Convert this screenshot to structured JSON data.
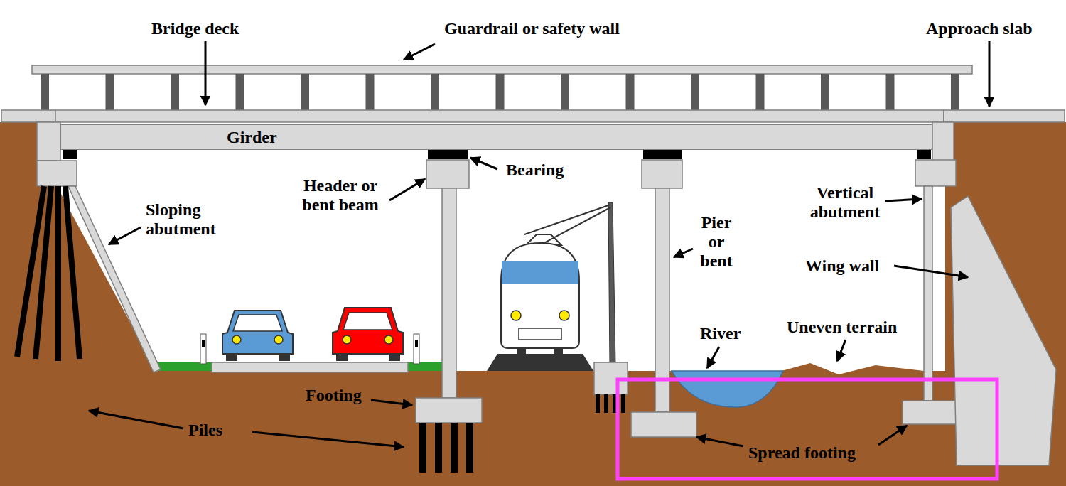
{
  "diagram": {
    "nodes": [
      {
        "text": [
          "Girder"
        ]
      }
    ],
    "labels": [
      "Bridge deck",
      "Guardrail or safety wall",
      "Approach slab",
      "Bearing",
      "Header or bent beam",
      "Sloping abutment",
      "Vertical abutment",
      "Pier or bent",
      "Wing wall",
      "River",
      "Uneven terrain",
      "Footing",
      "Piles",
      "Spread footing"
    ]
  }
}
